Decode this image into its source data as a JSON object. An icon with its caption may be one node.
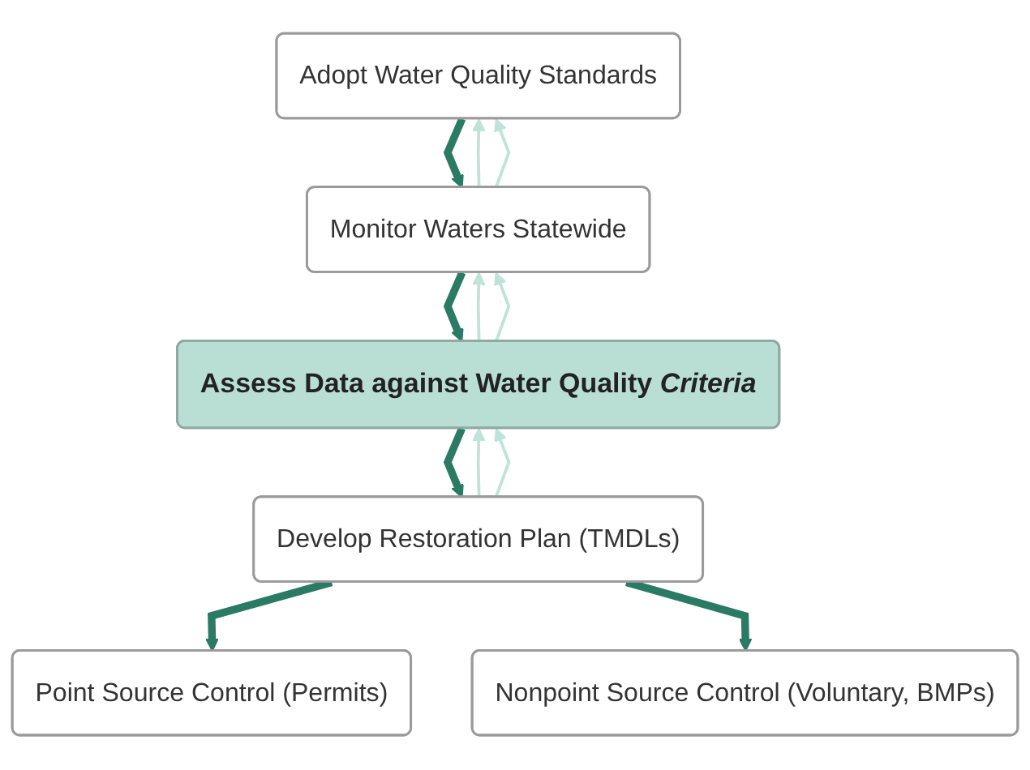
{
  "diagram": {
    "nodes": [
      {
        "text": [
          "Adopt Water Quality Standards"
        ]
      },
      {
        "text": [
          "Monitor Waters Statewide"
        ]
      },
      {
        "text": [
          "Assess Data against Water Quality *Criteria*"
        ]
      },
      {
        "text": [
          "Develop Restoration Plan (TMDLs)"
        ]
      },
      {
        "text": [
          "Point Source Control (Permits)"
        ]
      },
      {
        "text": [
          "Nonpoint Source Control (Voluntary, BMPs)"
        ]
      }
    ],
    "edges": [
      {
        "from": 0,
        "to": 1,
        "arrow": "to",
        "style": "thick",
        "color": "#2a7a64"
      },
      {
        "from": 1,
        "to": 2,
        "arrow": "to",
        "style": "thick",
        "color": "#2a7a64"
      },
      {
        "from": 2,
        "to": 3,
        "arrow": "to",
        "style": "thick",
        "color": "#2a7a64"
      },
      {
        "from": 3,
        "to": 4,
        "arrow": "to",
        "style": "thick",
        "color": "#2a7a64"
      },
      {
        "from": 3,
        "to": 5,
        "arrow": "to",
        "style": "thick",
        "color": "#2a7a64"
      },
      {
        "from": 1,
        "to": 0,
        "arrow": "to",
        "color": "#bfe3d8"
      },
      {
        "from": 1,
        "to": 0,
        "arrow": "to",
        "color": "#bfe3d8"
      },
      {
        "from": 2,
        "to": 1,
        "arrow": "to",
        "color": "#bfe3d8"
      },
      {
        "from": 2,
        "to": 1,
        "arrow": "to",
        "color": "#bfe3d8"
      },
      {
        "from": 3,
        "to": 2,
        "arrow": "to",
        "color": "#bfe3d8"
      },
      {
        "from": 3,
        "to": 2,
        "arrow": "to",
        "color": "#bfe3d8"
      }
    ]
  }
}
